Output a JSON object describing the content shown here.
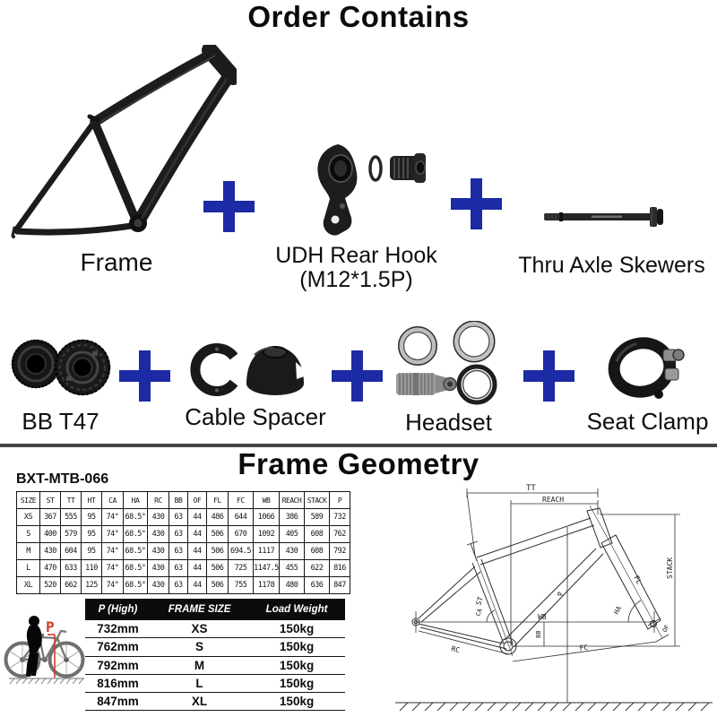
{
  "titles": {
    "order": "Order Contains",
    "geometry": "Frame Geometry",
    "model": "BXT-MTB-066"
  },
  "items": {
    "frame": "Frame",
    "udh": "UDH Rear Hook",
    "udh_sub": "(M12*1.5P)",
    "axle": "Thru Axle Skewers",
    "bb": "BB T47",
    "spacer": "Cable Spacer",
    "headset": "Headset",
    "clamp": "Seat Clamp"
  },
  "geometry_table": {
    "headers": [
      "SIZE",
      "ST",
      "TT",
      "HT",
      "CA",
      "HA",
      "RC",
      "BB",
      "OF",
      "FL",
      "FC",
      "WB",
      "REACH",
      "STACK",
      "P"
    ],
    "rows": [
      [
        "XS",
        "367",
        "555",
        "95",
        "74°",
        "68.5°",
        "430",
        "63",
        "44",
        "486",
        "644",
        "1066",
        "386",
        "589",
        "732"
      ],
      [
        "S",
        "400",
        "579",
        "95",
        "74°",
        "68.5°",
        "430",
        "63",
        "44",
        "506",
        "670",
        "1092",
        "405",
        "608",
        "762"
      ],
      [
        "M",
        "430",
        "604",
        "95",
        "74°",
        "68.5°",
        "430",
        "63",
        "44",
        "506",
        "694.5",
        "1117",
        "430",
        "608",
        "792"
      ],
      [
        "L",
        "470",
        "633",
        "110",
        "74°",
        "68.5°",
        "430",
        "63",
        "44",
        "506",
        "725",
        "1147.5",
        "455",
        "622",
        "816"
      ],
      [
        "XL",
        "520",
        "662",
        "125",
        "74°",
        "68.5°",
        "430",
        "63",
        "44",
        "506",
        "755",
        "1178",
        "480",
        "636",
        "847"
      ]
    ]
  },
  "height_table": {
    "headers": [
      "P (High)",
      "FRAME SIZE",
      "Load Weight"
    ],
    "rows": [
      [
        "732mm",
        "XS",
        "150kg"
      ],
      [
        "762mm",
        "S",
        "150kg"
      ],
      [
        "792mm",
        "M",
        "150kg"
      ],
      [
        "816mm",
        "L",
        "150kg"
      ],
      [
        "847mm",
        "XL",
        "150kg"
      ]
    ]
  },
  "diagram": {
    "tt": "TT",
    "reach": "REACH",
    "stack": "STACK",
    "st": "ST",
    "fl": "FL",
    "p": "P",
    "wb": "WB",
    "bb": "BB",
    "ha": "HA",
    "ca": "CA",
    "rc": "RC",
    "fc": "FC",
    "of": "OF"
  },
  "standover": {
    "p": "P"
  },
  "colors": {
    "plus": "#1c2aa5",
    "red": "#d43a26"
  }
}
